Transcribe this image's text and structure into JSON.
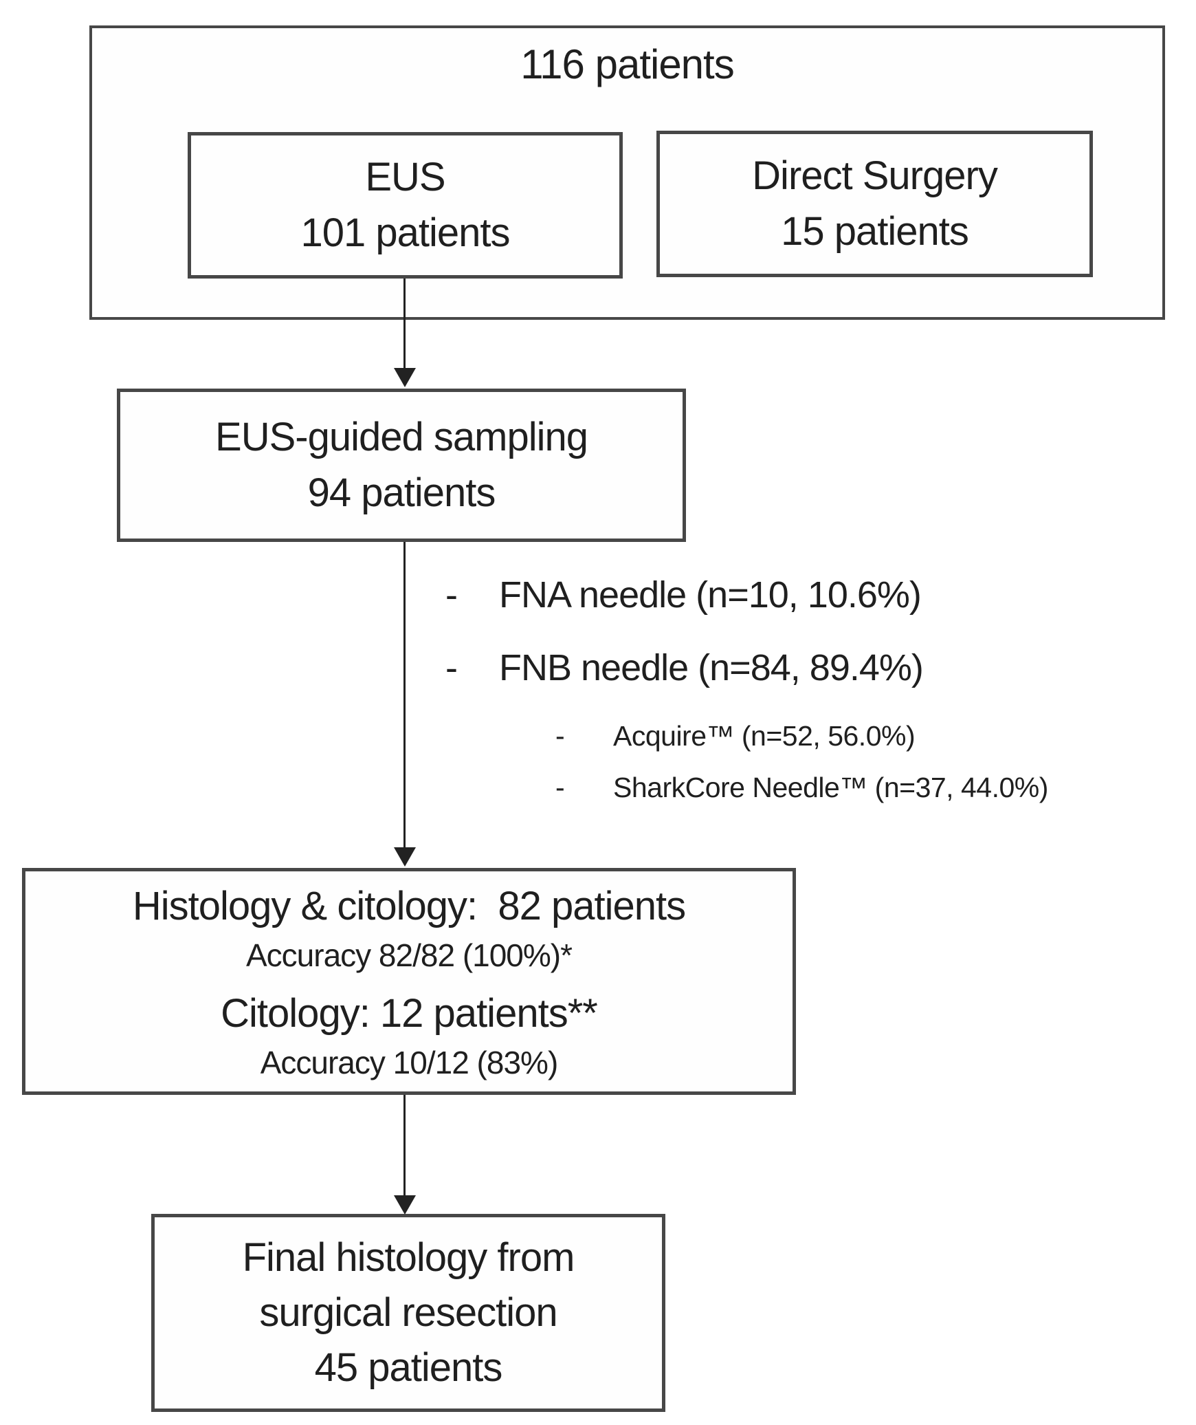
{
  "colors": {
    "ink": "#1f1f1f",
    "border": "#474747",
    "arrow": "#222222",
    "background": "#ffffff"
  },
  "flow": {
    "enrollment": {
      "total_label": "116 patients",
      "eus": {
        "title": "EUS",
        "count": "101 patients"
      },
      "direct_surgery": {
        "title": "Direct Surgery",
        "count": "15 patients"
      }
    },
    "sampling": {
      "title": "EUS-guided sampling",
      "count": "94 patients"
    },
    "needles": {
      "bullet_char": "-",
      "items": [
        {
          "label": "FNA needle (n=10, 10.6%)"
        },
        {
          "label": "FNB needle (n=84, 89.4%)"
        }
      ],
      "sub_items": [
        {
          "label": "Acquire™ (n=52, 56.0%)"
        },
        {
          "label": "SharkCore Needle™ (n=37, 44.0%)"
        }
      ]
    },
    "pathology": {
      "line1": "Histology & citology:  82 patients",
      "line2": "Accuracy 82/82 (100%)*",
      "line3": "Citology: 12 patients**",
      "line4": "Accuracy 10/12 (83%)"
    },
    "final": {
      "line1": "Final histology from",
      "line2": "surgical resection",
      "line3": "45 patients"
    }
  }
}
